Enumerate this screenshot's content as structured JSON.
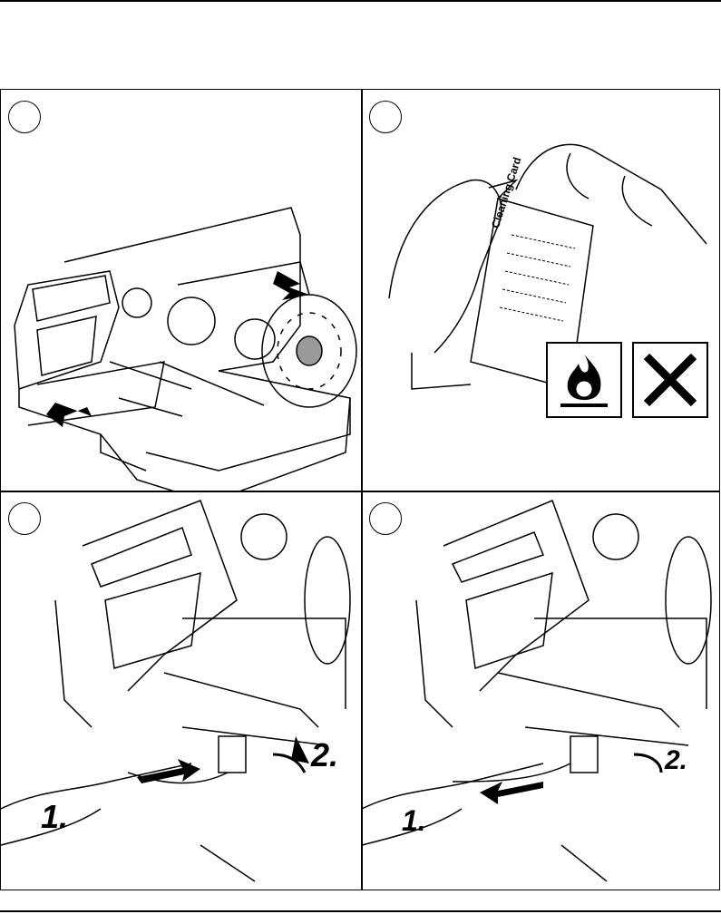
{
  "panels": [
    {
      "id": "step-a",
      "callouts": []
    },
    {
      "id": "step-b",
      "card_text": "Cleaning Card"
    },
    {
      "id": "step-c",
      "callouts": [
        "1.",
        "2."
      ]
    },
    {
      "id": "step-d",
      "callouts": [
        "1.",
        "2."
      ]
    }
  ],
  "hazard_symbols": [
    "flame-icon",
    "cross-icon"
  ],
  "colors": {
    "line": "#000000",
    "paper": "#ffffff",
    "shade": "#9a9a9a"
  }
}
